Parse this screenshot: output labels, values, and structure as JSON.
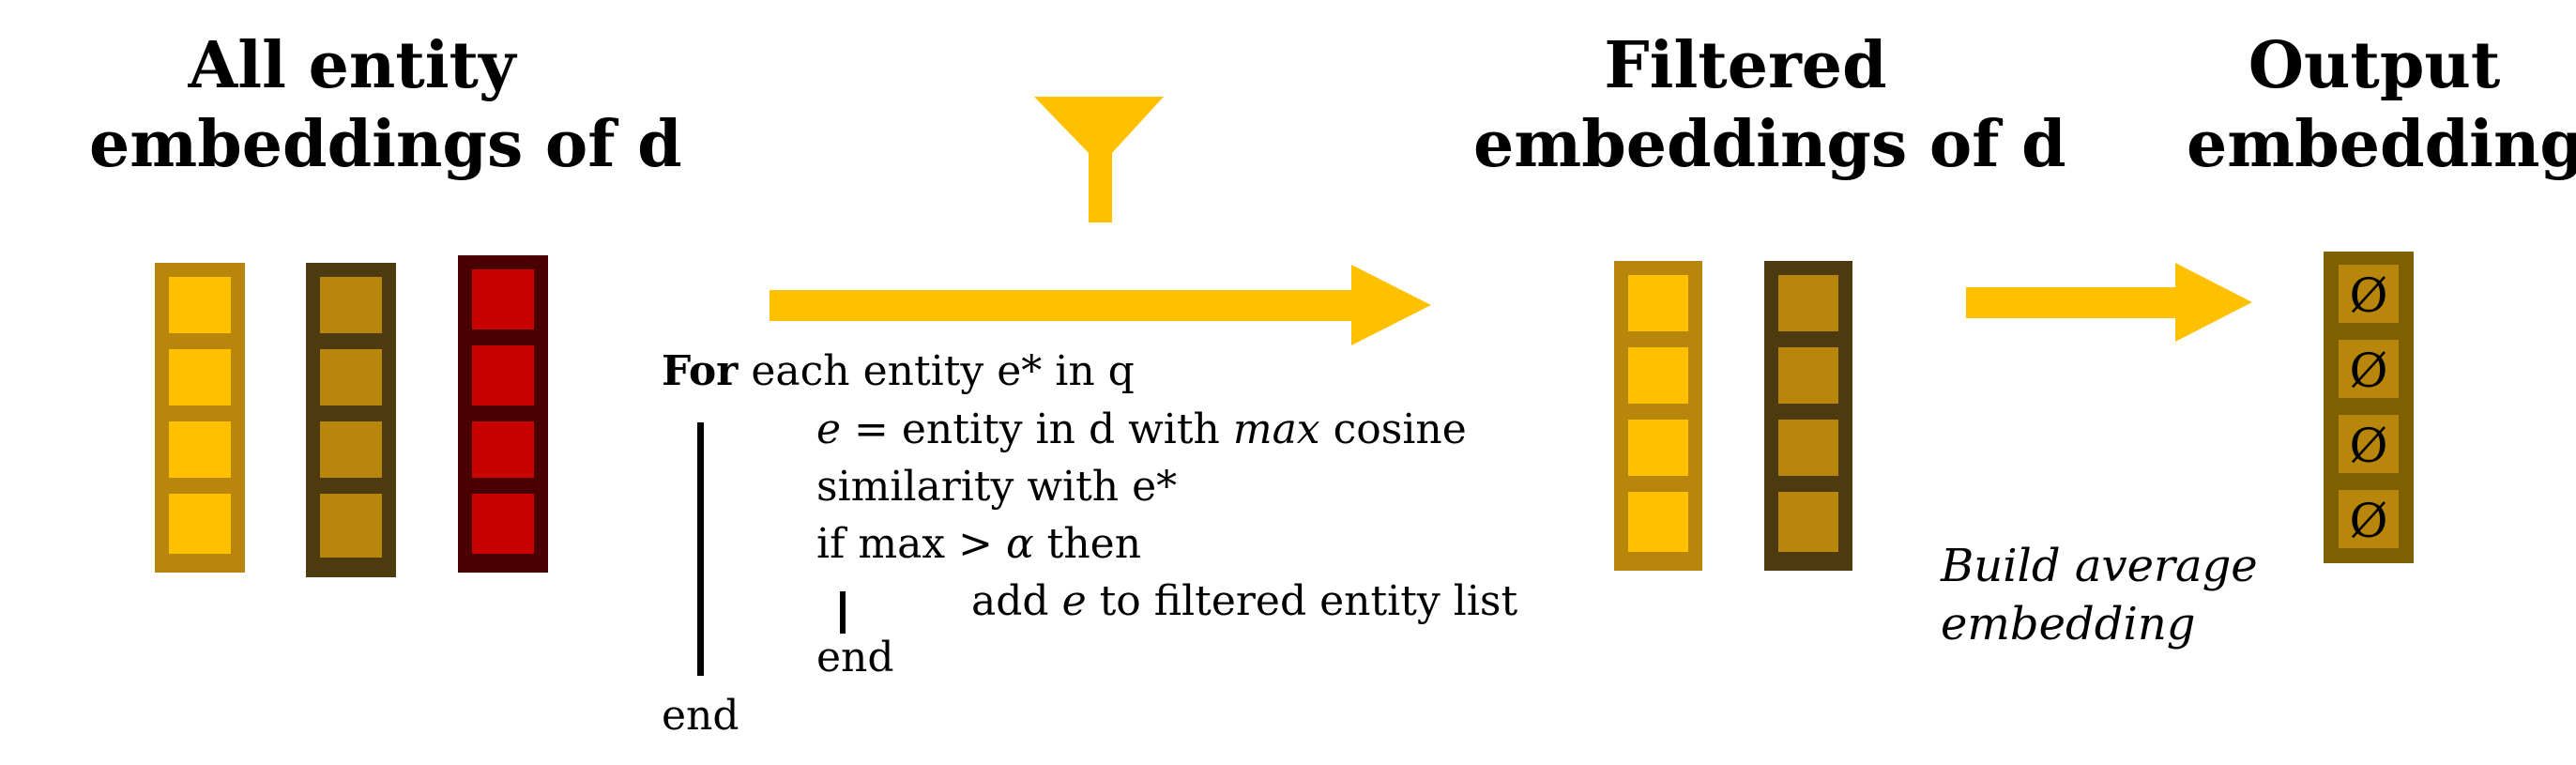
{
  "headings": {
    "all_embeddings": [
      "All entity",
      "embeddings of d"
    ],
    "filtered_embeddings": [
      "Filtered",
      "embeddings of d"
    ],
    "output_embedding": [
      "Output",
      "embedding"
    ]
  },
  "algorithm": {
    "line1_kw": "For",
    "line1_rest": " each entity e* in q",
    "line2_var": "e",
    "line2_mid": " = entity in d with ",
    "line2_max": "max",
    "line2_end": " cosine",
    "line3": "similarity with e*",
    "line4_pre": "if max > ",
    "line4_alpha": "α",
    "line4_post": " then",
    "line5_pre": "add ",
    "line5_var": "e",
    "line5_post": " to filtered entity list",
    "line6": "end",
    "line7": "end"
  },
  "caption": [
    "Build average",
    "embedding"
  ],
  "output_cell_symbol": "Ø",
  "colors": {
    "arrow": "#FFC000",
    "vector1_frame": "#B8860B",
    "vector1_cell": "#FFC000",
    "vector2_frame": "#4D3A0F",
    "vector2_cell": "#B8860B",
    "vector3_frame": "#4A0000",
    "vector3_cell": "#C80000",
    "output_frame": "#7F6000",
    "output_cell": "#B8860B"
  },
  "icons": [
    "filter-icon",
    "arrow-right-icon"
  ]
}
